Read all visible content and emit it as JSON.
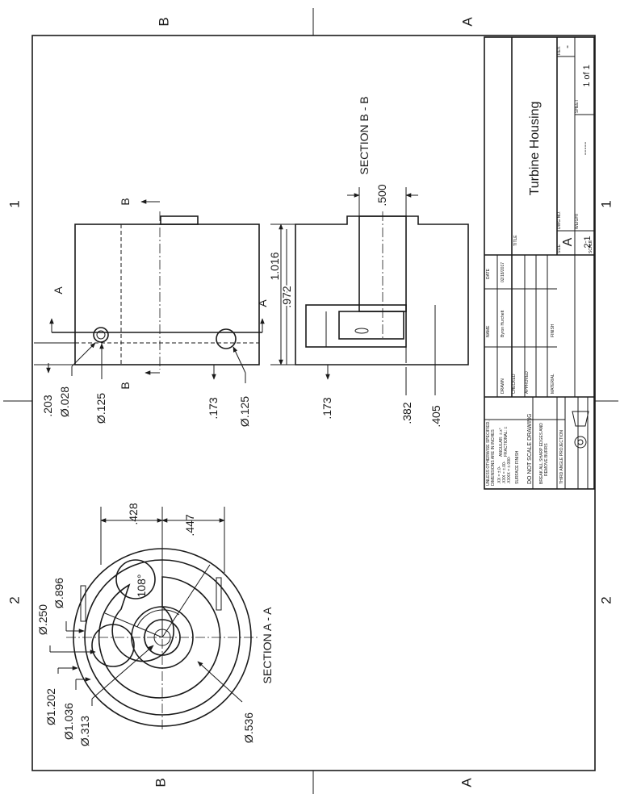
{
  "zones": {
    "left": [
      "B",
      "A"
    ],
    "right": [
      "A",
      "B"
    ],
    "bottom_numbers": [
      "1",
      "2"
    ],
    "top_numbers": [
      "1",
      "2"
    ]
  },
  "section_a": {
    "label": "SECTION A - A",
    "dims": {
      "d1202": "Ø1.202",
      "d1036": "Ø1.036",
      "d313": "Ø.313",
      "d536": "Ø.536",
      "d250": "Ø.250",
      "d896": "Ø.896",
      "angle": "108°",
      "d428": ".428",
      "d447": ".447"
    }
  },
  "side_view": {
    "cut_a": "A",
    "cut_b": "B",
    "dims": {
      "d203": ".203",
      "d028": "Ø.028",
      "d125a": "Ø.125",
      "d173": ".173",
      "d125b": "Ø.125"
    }
  },
  "section_b": {
    "label": "SECTION B - B",
    "cut_a": "A",
    "dims": {
      "d500": ".500",
      "d1016": "1.016",
      "d972": ".972",
      "d173": ".173",
      "d382": ".382",
      "d405": ".405"
    }
  },
  "title_block": {
    "notes": [
      "UNLESS OTHERWISE SPECIFIED,",
      "DIMENSIONS ARE IN INCHES",
      ".XX = ±.0-",
      ".XXX = ±.00-",
      ".XXXX = ±.000-",
      "ANGULAR: ±.x°",
      "FRACTIONAL: ± ",
      "SURFACE FINISH"
    ],
    "dont_scale": "DO NOT SCALE DRAWING",
    "burrs": [
      "BREAK ALL SHARP EDGES AND",
      "REMOVE BURRS"
    ],
    "projection": "THIRD ANGLE PROJECTION",
    "name_header": "NAME",
    "date_header": "DATE",
    "drawn": "DRAWN",
    "drawn_name": "Byron Hurchett",
    "drawn_date": "02/18/2017",
    "checked": "CHECKED",
    "approved": "APPROVED",
    "material": "MATERIAL",
    "finish": "FINISH",
    "title_label": "TITLE",
    "title": "Turbine Housing",
    "size_label": "SIZE",
    "size": "A",
    "dwg_label": "DWG NO.",
    "weight_label": "WEIGHT",
    "weight": "-----",
    "scale_label": "SCALE",
    "scale": "2:1",
    "sheet_label": "SHEET",
    "sheet": "1 of 1",
    "rev_label": "REV.",
    "rev": "-"
  }
}
